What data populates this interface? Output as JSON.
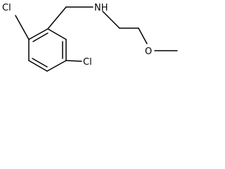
{
  "molecule": {
    "atom_labels": {
      "chlorine_top": "Cl",
      "chlorine_bottom": "Cl",
      "nitrogen": "NH",
      "oxygen": "O"
    }
  }
}
